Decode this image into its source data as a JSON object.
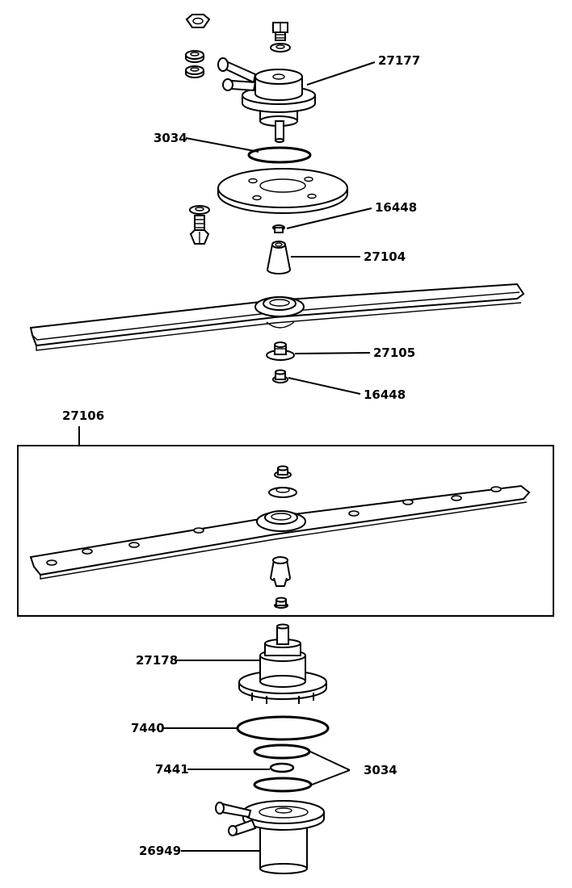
{
  "callouts": {
    "c27177": "27177",
    "c3034_top": "3034",
    "c16448_top": "16448",
    "c27104": "27104",
    "c27105": "27105",
    "c16448_mid": "16448",
    "c27106": "27106",
    "c27178": "27178",
    "c7440": "7440",
    "c7441": "7441",
    "c3034_bottom": "3034",
    "c26949": "26949"
  }
}
